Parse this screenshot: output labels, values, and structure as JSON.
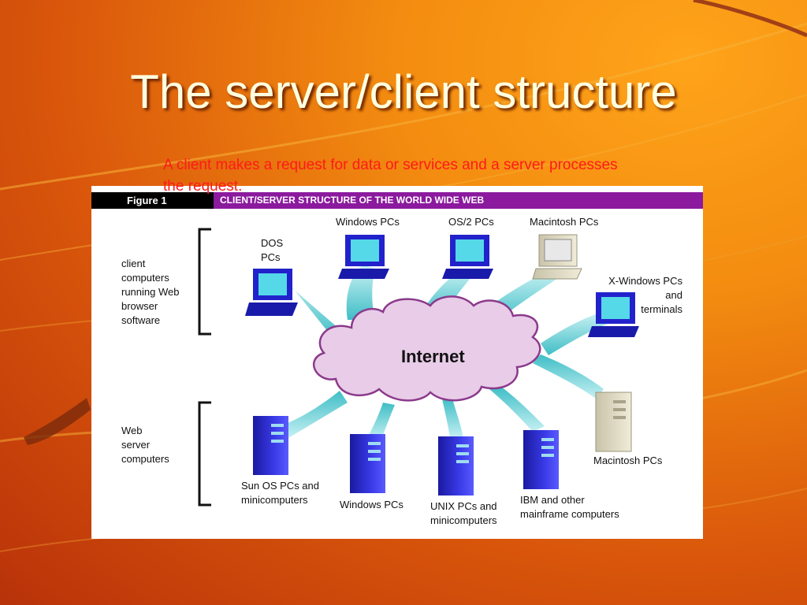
{
  "slide": {
    "title": "The server/client structure",
    "subtitle": "A client makes a request for data or services and a server processes the request."
  },
  "figure": {
    "label": "Figure 1",
    "heading": "CLIENT/SERVER STRUCTURE OF THE WORLD WIDE WEB",
    "hub": "Internet",
    "groups": {
      "clients": "client\ncomputers\nrunning Web\nbrowser\nsoftware",
      "servers": "Web\nserver\ncomputers"
    },
    "clients": {
      "dos": "DOS\nPCs",
      "windows": "Windows PCs",
      "os2": "OS/2 PCs",
      "mac": "Macintosh PCs",
      "xwin": "X-Windows PCs and\nterminals"
    },
    "servers": {
      "sunos": "Sun OS PCs and\nminicomputers",
      "windows": "Windows PCs",
      "unix": "UNIX PCs and\nminicomputers",
      "ibm": "IBM and other\nmainframe computers",
      "mac": "Macintosh PCs"
    }
  }
}
